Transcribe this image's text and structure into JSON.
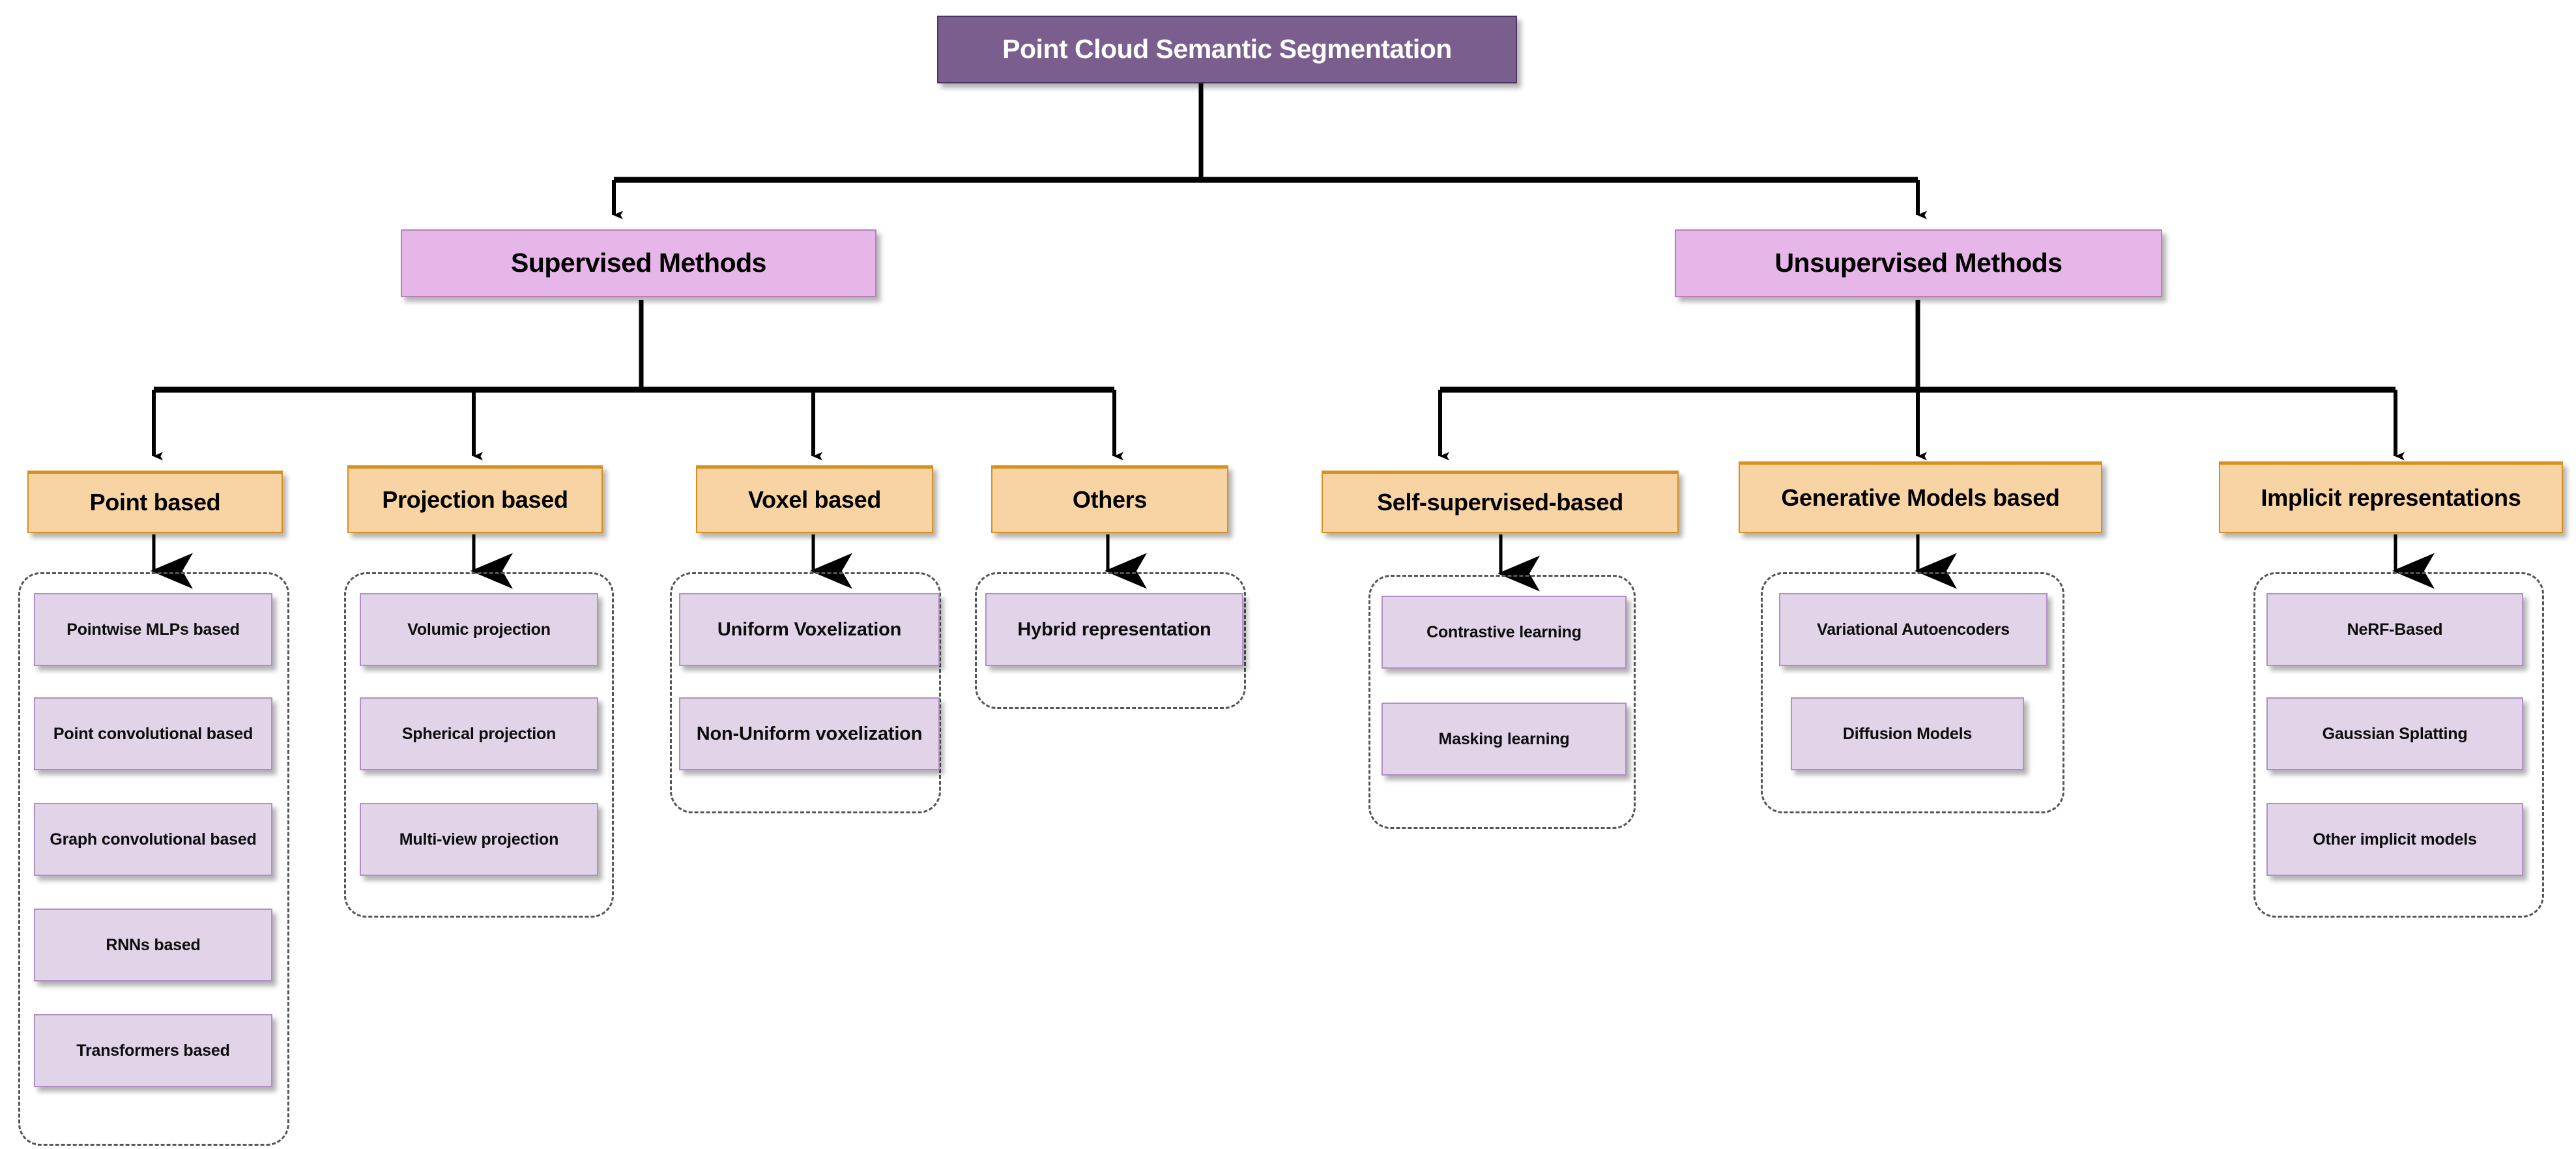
{
  "diagram": {
    "title": "Point Cloud Semantic Segmentation",
    "type": "tree-taxonomy",
    "orientation": "top-down",
    "colors": {
      "root_fill": "#7a5f8e",
      "root_border": "#4a3560",
      "root_text": "#ffffff",
      "level2_fill": "#e7b6e8",
      "level2_border": "#b77fbb",
      "category_fill": "#f8d3a4",
      "category_border": "#d98f1e",
      "leaf_fill": "#e1d3e8",
      "leaf_border": "#b28fc4",
      "group_border": "#555555",
      "connector": "#000000",
      "background": "#ffffff"
    }
  },
  "root": {
    "label": "Point Cloud Semantic Segmentation"
  },
  "branches": [
    {
      "label": "Supervised Methods"
    },
    {
      "label": "Unsupervised  Methods"
    }
  ],
  "categories": [
    {
      "label": "Point based",
      "parent": "Supervised Methods"
    },
    {
      "label": "Projection based",
      "parent": "Supervised Methods"
    },
    {
      "label": "Voxel based",
      "parent": "Supervised Methods"
    },
    {
      "label": "Others",
      "parent": "Supervised Methods"
    },
    {
      "label": "Self-supervised-based",
      "parent": "Unsupervised  Methods"
    },
    {
      "label": "Generative Models based",
      "parent": "Unsupervised  Methods"
    },
    {
      "label": "Implicit representations",
      "parent": "Unsupervised  Methods"
    }
  ],
  "leaves": {
    "point_based": [
      {
        "label": "Pointwise MLPs based"
      },
      {
        "label": "Point convolutional based"
      },
      {
        "label": "Graph convolutional based"
      },
      {
        "label": "RNNs based"
      },
      {
        "label": "Transformers based"
      }
    ],
    "projection_based": [
      {
        "label": "Volumic projection"
      },
      {
        "label": "Spherical projection"
      },
      {
        "label": "Multi-view projection"
      }
    ],
    "voxel_based": [
      {
        "label": "Uniform Voxelization"
      },
      {
        "label": "Non-Uniform voxelization"
      }
    ],
    "others": [
      {
        "label": "Hybrid representation"
      }
    ],
    "self_supervised_based": [
      {
        "label": "Contrastive learning"
      },
      {
        "label": "Masking learning"
      }
    ],
    "generative_models_based": [
      {
        "label": "Variational Autoencoders"
      },
      {
        "label": "Diffusion Models"
      }
    ],
    "implicit_representations": [
      {
        "label": "NeRF-Based"
      },
      {
        "label": "Gaussian Splatting"
      },
      {
        "label": "Other implicit models"
      }
    ]
  }
}
